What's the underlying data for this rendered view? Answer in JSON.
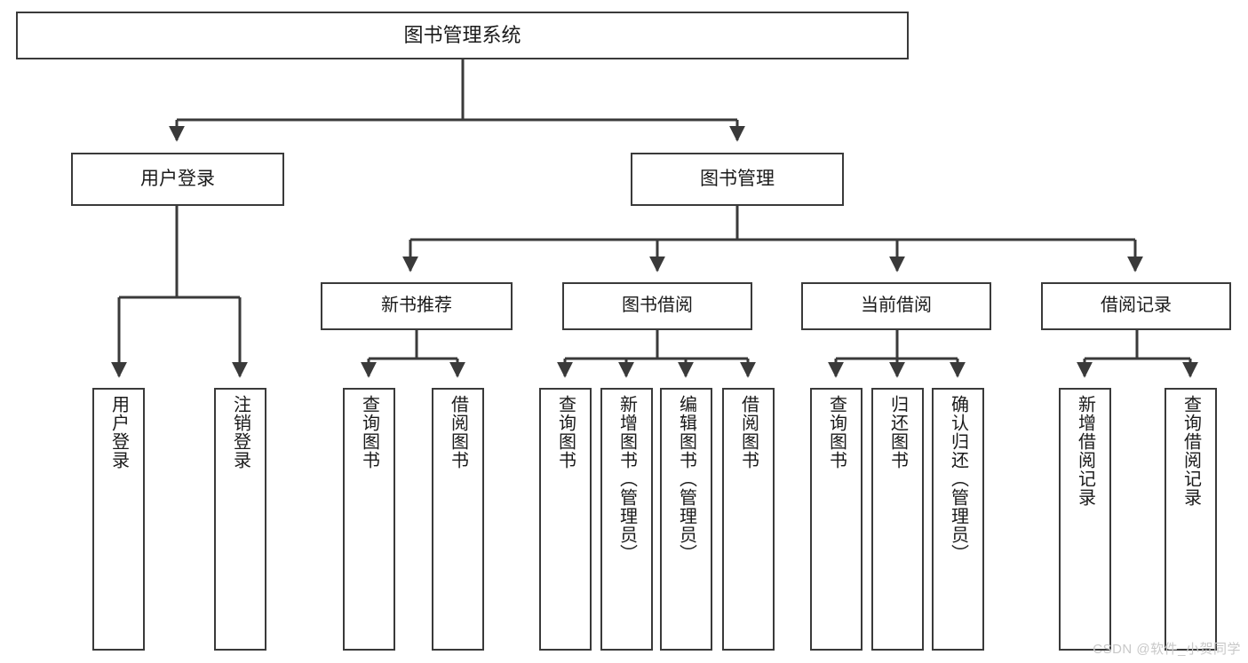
{
  "diagram": {
    "title": "图书管理系统",
    "watermark": "CSDN @软件_小贺同学",
    "colors": {
      "stroke": "#3a3a3a",
      "background": "#ffffff",
      "text": "#1a1a1a",
      "watermark": "#c8c8c8"
    },
    "root": {
      "label": "图书管理系统"
    },
    "level1": [
      {
        "label": "用户登录"
      },
      {
        "label": "图书管理"
      }
    ],
    "level2": [
      {
        "label": "新书推荐"
      },
      {
        "label": "图书借阅"
      },
      {
        "label": "当前借阅"
      },
      {
        "label": "借阅记录"
      }
    ],
    "leaves": {
      "user_login": [
        {
          "label": "用户登录"
        },
        {
          "label": "注销登录"
        }
      ],
      "new_book_recommend": [
        {
          "label": "查询图书"
        },
        {
          "label": "借阅图书"
        }
      ],
      "book_borrow": [
        {
          "label": "查询图书"
        },
        {
          "label": "新增图书（管理员）"
        },
        {
          "label": "编辑图书（管理员）"
        },
        {
          "label": "借阅图书"
        }
      ],
      "current_borrow": [
        {
          "label": "查询图书"
        },
        {
          "label": "归还图书"
        },
        {
          "label": "确认归还（管理员）"
        }
      ],
      "borrow_record": [
        {
          "label": "新增借阅记录"
        },
        {
          "label": "查询借阅记录"
        }
      ]
    }
  }
}
